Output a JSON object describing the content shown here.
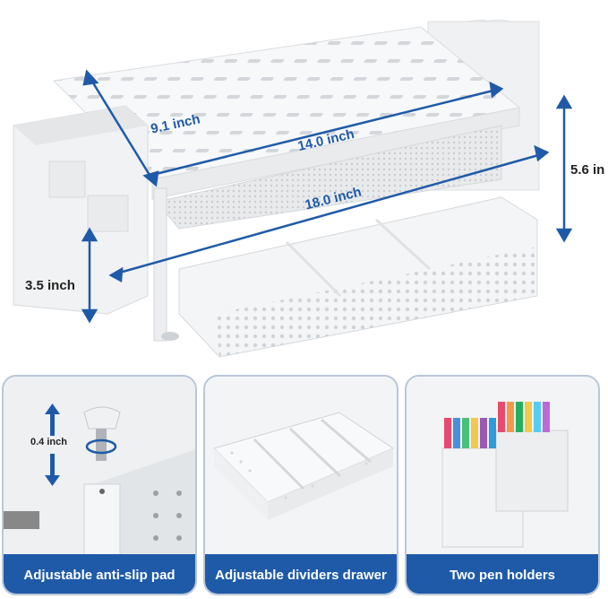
{
  "dimensions": {
    "depth": "9.1 inch",
    "top_width": "14.0 inch",
    "total_width": "18.0 inch",
    "height_total": "5.6 in",
    "height_lower": "3.5 inch"
  },
  "panels": [
    {
      "caption": "Adjustable anti-slip pad",
      "detail_label": "0.4 inch"
    },
    {
      "caption": "Adjustable dividers drawer"
    },
    {
      "caption": "Two pen holders"
    }
  ],
  "colors": {
    "accent": "#1f5aa8",
    "panel_border": "#b9c7d8"
  }
}
